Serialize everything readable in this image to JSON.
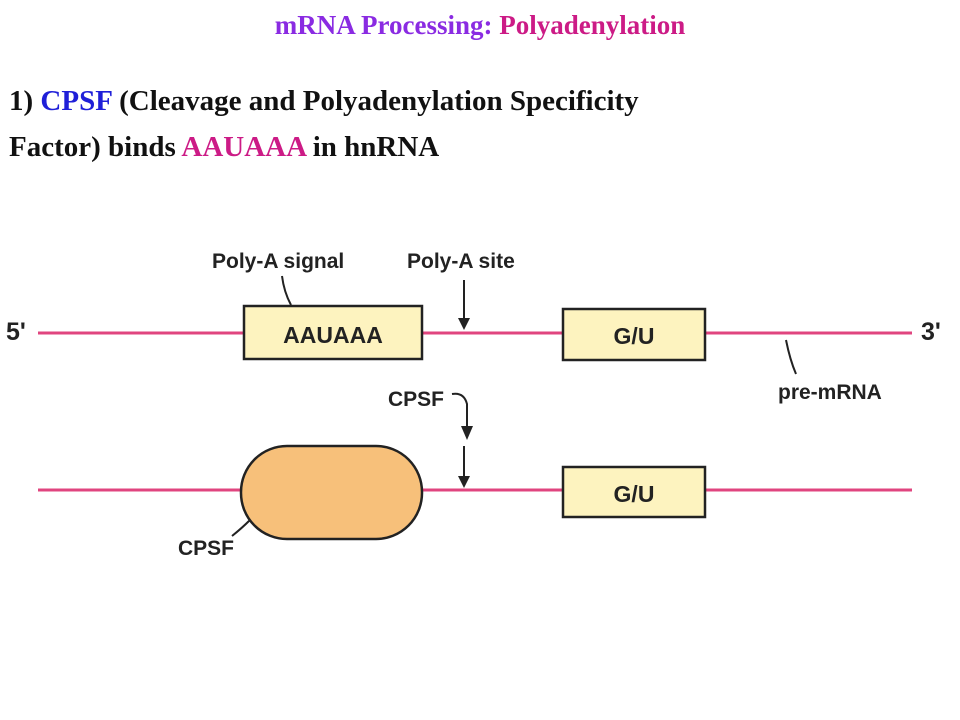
{
  "slide": {
    "title_part1": "mRNA Processing:",
    "title_part2": "Polyadenylation",
    "point": {
      "number": "1)",
      "cpsf": "CPSF",
      "full_name_line1": "(Cleavage and Polyadenylation Specificity",
      "full_name_line2": "Factor) binds",
      "motif": "AAUAAA",
      "ending": "in hnRNA"
    }
  },
  "diagram": {
    "label_poly_a_signal": "Poly-A signal",
    "label_poly_a_site": "Poly-A site",
    "label_five_prime": "5'",
    "label_three_prime": "3'",
    "box_aauaaa": "AAUAAA",
    "box_gu_top": "G/U",
    "label_pre_mrna": "pre-mRNA",
    "label_cpsf_arrow": "CPSF",
    "box_gu_bottom": "G/U",
    "label_cpsf_bound": "CPSF",
    "colors": {
      "rna_line": "#e0457f",
      "box_fill": "#fdf3bf",
      "cpsf_fill": "#f7c07a"
    }
  }
}
